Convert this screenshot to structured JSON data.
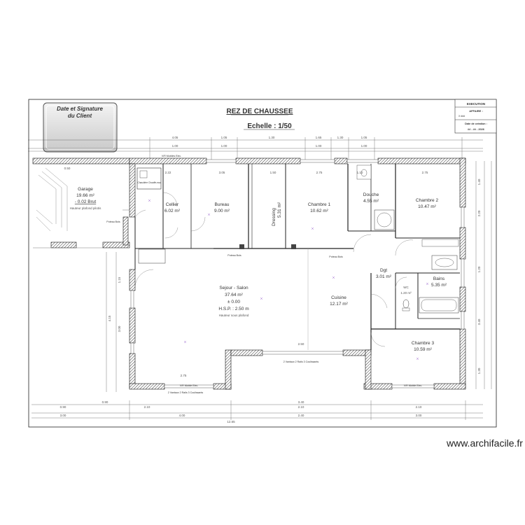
{
  "title": "REZ DE CHAUSSEE",
  "scale": "Echelle : 1/50",
  "signature_box": {
    "line1": "Date et Signature",
    "line2": "du Client"
  },
  "cartouche": {
    "header": "EXECUTION",
    "affaire_label": "AFFAIRE :",
    "affaire_value": "X ###",
    "date_label": "Date de création :",
    "date_value": "## - ## - 2026"
  },
  "rooms": [
    {
      "id": "garage",
      "name": "Garage",
      "area": "19.66 m²",
      "extra": "- 0.02 Brut",
      "note": "Hauteur plafond pilotis"
    },
    {
      "id": "cellier",
      "name": "Cellier",
      "area": "6.02 m²"
    },
    {
      "id": "bureau",
      "name": "Bureau",
      "area": "9.00 m²"
    },
    {
      "id": "dressing",
      "name": "Dressing",
      "area": "5.31 m²"
    },
    {
      "id": "chambre1",
      "name": "Chambre 1",
      "area": "10.62 m²"
    },
    {
      "id": "douche",
      "name": "Douche",
      "area": "4.55 m²"
    },
    {
      "id": "chambre2",
      "name": "Chambre 2",
      "area": "10.47 m²"
    },
    {
      "id": "sejour",
      "name": "Sejour - Salon",
      "area": "37.64 m²",
      "level": "± 0.00",
      "hsp": "H.S.P. : 2.50 m",
      "note": "Hauteur sous plafond"
    },
    {
      "id": "cuisine",
      "name": "Cuisine",
      "area": "12.17 m²"
    },
    {
      "id": "dgt",
      "name": "Dgt",
      "area": "3.01 m²"
    },
    {
      "id": "wc",
      "name": "WC",
      "area": "1.20 m²"
    },
    {
      "id": "bains",
      "name": "Bains",
      "area": "5.35 m²"
    },
    {
      "id": "chambre3",
      "name": "Chambre 3",
      "area": "10.59 m²"
    }
  ],
  "labels": {
    "chaudiere": "Chaudière Chauffe-eau",
    "poteau1": "Poteau Bois",
    "poteau2": "Poteau Bois",
    "poteau3": "Poteau Bois",
    "baie_top": "V/R Mobiles Elec.",
    "baie_bottom1": "V/R Mobile Elec.",
    "baie_bottom2": "V/R Mobile Elec.",
    "menuiserie1": "2 Vantaux 2 Rails 3 Coulissants",
    "menuiserie2": "2 Vantaux 2 Rails 3 Coulissants"
  },
  "dims_top_row1": [
    "4.05",
    "1.05",
    "1.30",
    "1.65",
    "1.30",
    "1.05"
  ],
  "dims_top_row2": [
    "1.00",
    "1.00",
    "1.00",
    "1.00"
  ],
  "dims_inner": [
    "0.50",
    "2.22",
    "3.05",
    "1.50",
    "2.75",
    "1.10",
    "2.75",
    "2.50",
    "2.75"
  ],
  "dims_bottom_row1": [
    "0.90",
    "2.10",
    "3.40",
    "2.10",
    "2.10",
    "0.90"
  ],
  "dims_bottom_row2": [
    "3.00",
    "4.00",
    "2.40",
    "3.00"
  ],
  "dims_total": "12.65",
  "dims_right": [
    "1.40",
    "2.20",
    "1.20",
    "3.40",
    "1.30"
  ],
  "dims_left": [
    "4.15",
    "3.00",
    "1.15"
  ],
  "watermark": "www.archifacile.fr"
}
